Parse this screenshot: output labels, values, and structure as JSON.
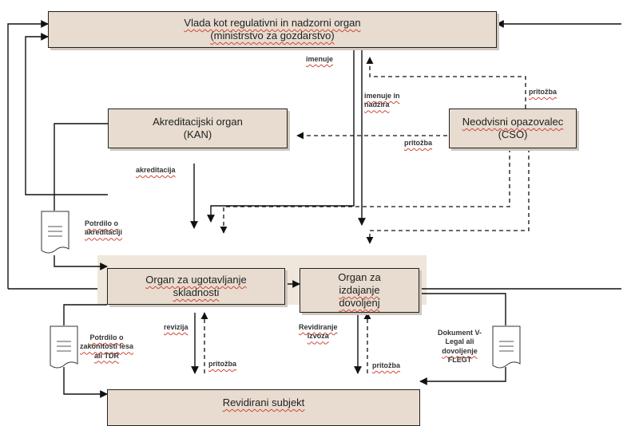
{
  "nodes": {
    "government": {
      "line1": "Vlada kot regulativni in nadzorni organ",
      "line2": "(ministrstvo za gozdarstvo)"
    },
    "accreditation": {
      "line1": "Akreditacijski organ",
      "line2": "(KAN)"
    },
    "observer": {
      "line1": "Neodvisni opazovalec",
      "line2": "(CSO)"
    },
    "conformity": {
      "line1": "Organ za ugotavljanje",
      "line2": "skladnosti"
    },
    "licensing": {
      "line1": "Organ za",
      "line2": "izdajanje",
      "line3": "dovoljenj"
    },
    "auditee": {
      "line1": "Revidirani subjekt"
    }
  },
  "edge_labels": {
    "imenuje": "imenuje",
    "imenuje_nadzira_1": "imenuje in",
    "imenuje_nadzira_2": "nadzira",
    "pritozba_top": "pritožba",
    "pritozba_mid": "pritožba",
    "akreditacija": "akreditacija",
    "revizija": "revizija",
    "pritozba_left": "pritožba",
    "revidiranje_1": "Revidiranje",
    "revidiranje_2": "izvoza",
    "pritozba_right": "pritožba"
  },
  "documents": {
    "accreditation_cert": {
      "line1": "Potrdilo o",
      "line2": "akreditaciji"
    },
    "legality_cert": {
      "line1": "Potrdilo o",
      "line2": "zakonitosti lesa",
      "line3": "ali TDR"
    },
    "vlegal_doc": {
      "line1": "Dokument V-",
      "line2": "Legal ali",
      "line3": "dovoljenje",
      "line4": "FLEGT"
    }
  }
}
